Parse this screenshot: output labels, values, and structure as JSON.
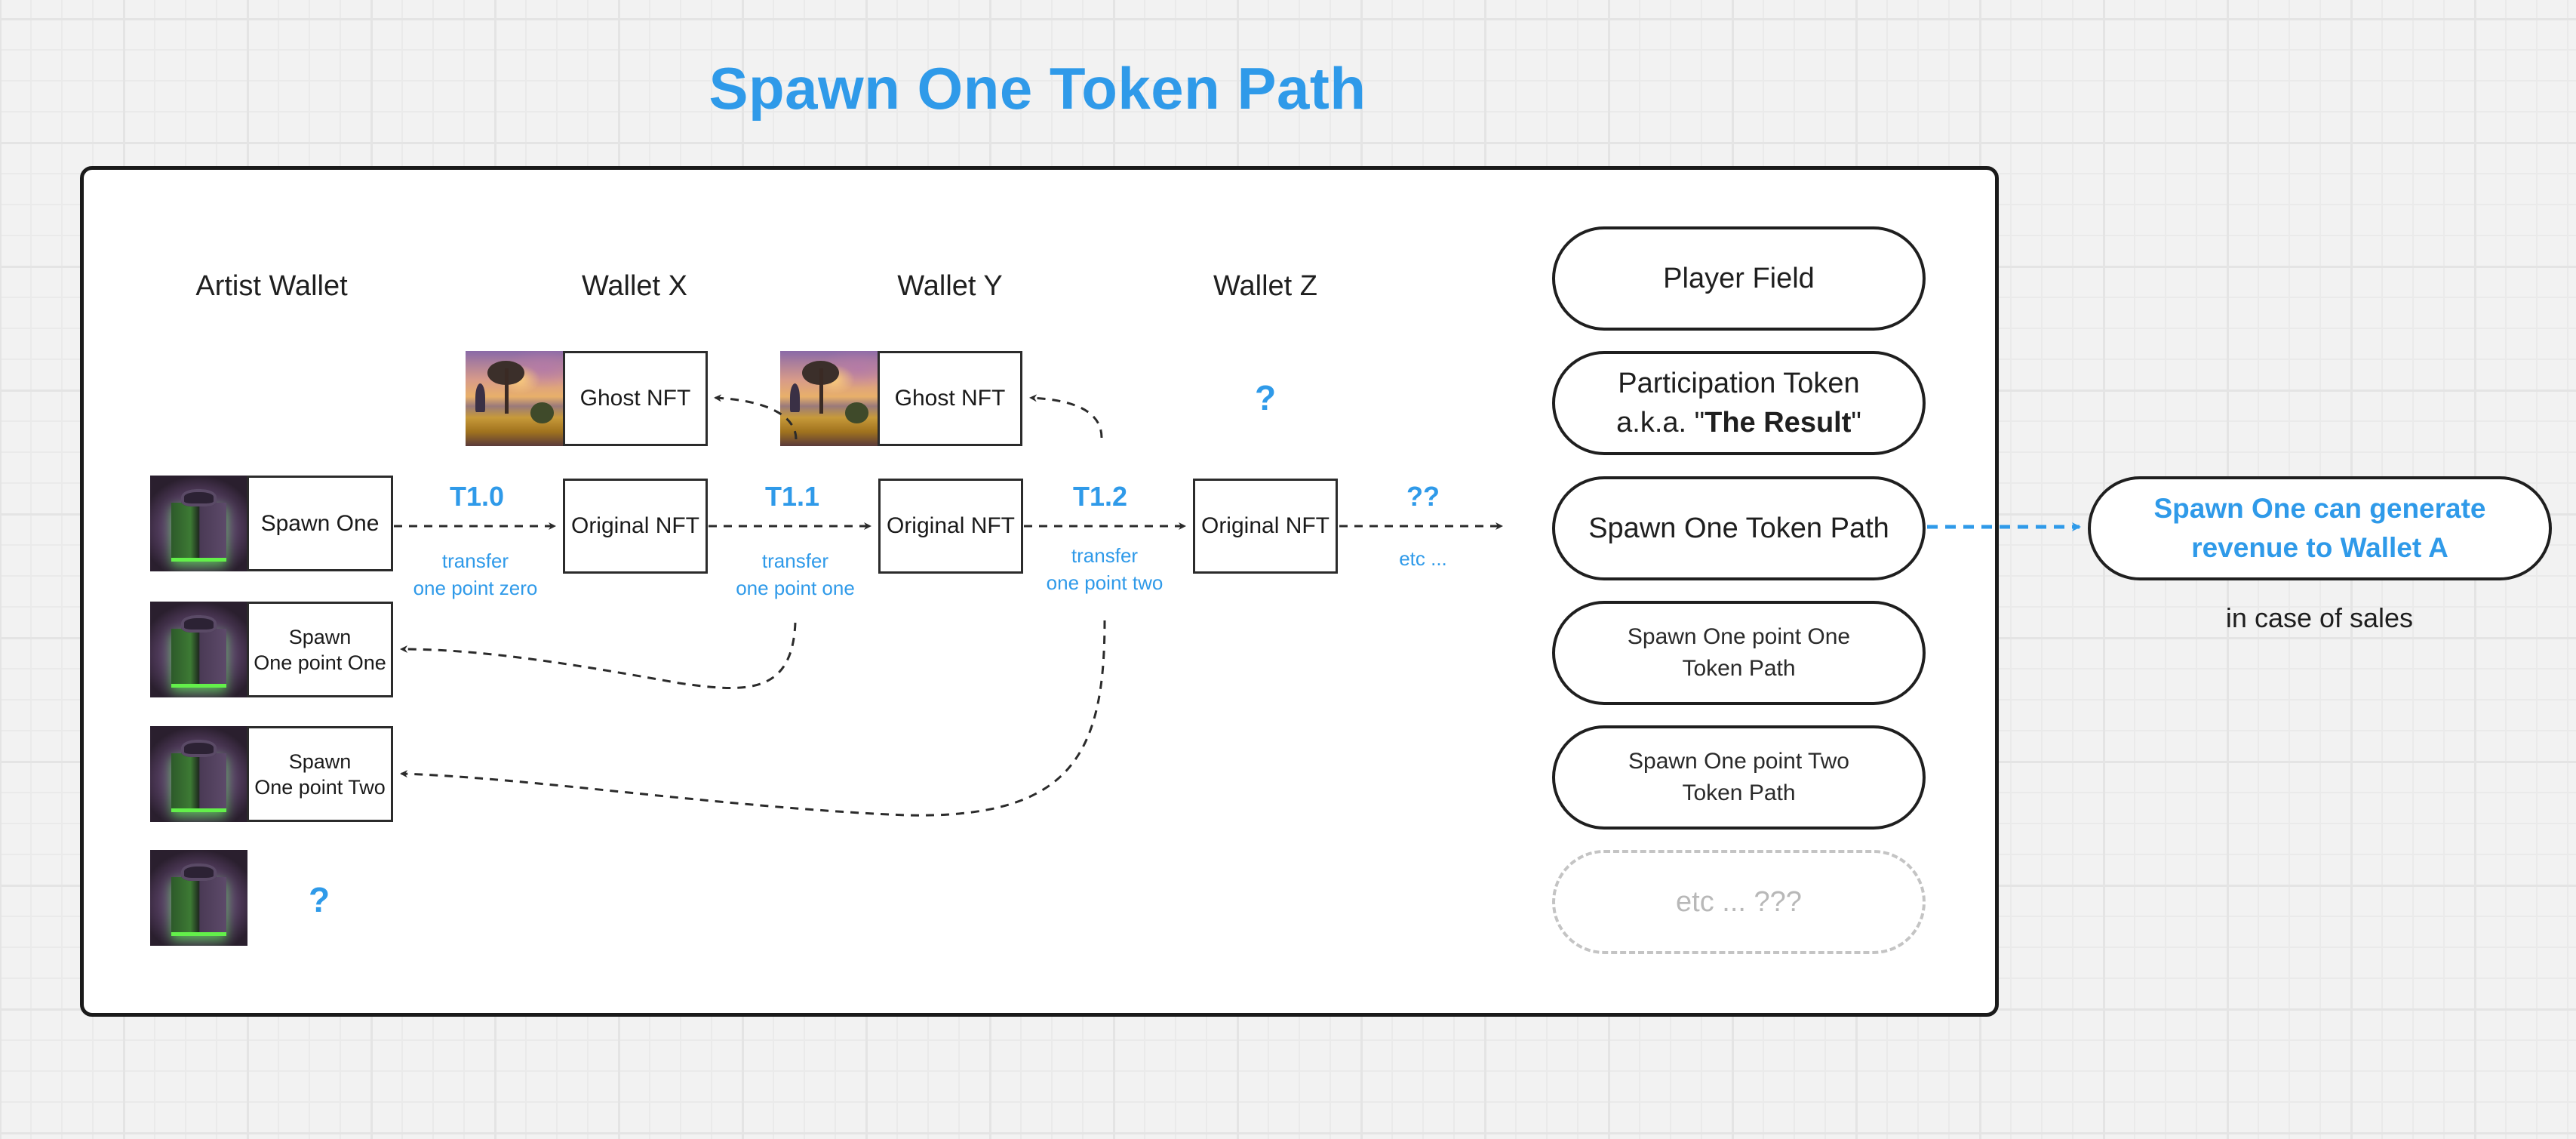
{
  "title": "Spawn One Token Path",
  "columns": {
    "artist_wallet": "Artist Wallet",
    "wallet_x": "Wallet X",
    "wallet_y": "Wallet Y",
    "wallet_z": "Wallet Z"
  },
  "ghost_nfts": [
    {
      "label": "Ghost NFT",
      "image": "landscape-painting-image"
    },
    {
      "label": "Ghost NFT",
      "image": "landscape-painting-image"
    }
  ],
  "wallet_z_unknown": "?",
  "artist_tokens": [
    {
      "label": "Spawn One",
      "image": "gift-box-image"
    },
    {
      "line1": "Spawn",
      "line2": "One point One",
      "image": "gift-box-image"
    },
    {
      "line1": "Spawn",
      "line2": "One point Two",
      "image": "gift-box-image"
    },
    {
      "label": "?",
      "image": "gift-box-image"
    }
  ],
  "original_nfts": [
    "Original NFT",
    "Original NFT",
    "Original NFT"
  ],
  "transfers": [
    {
      "code": "T1.0",
      "line1": "transfer",
      "line2": "one point zero"
    },
    {
      "code": "T1.1",
      "line1": "transfer",
      "line2": "one point one"
    },
    {
      "code": "T1.2",
      "line1": "transfer",
      "line2": "one point two"
    },
    {
      "code": "??",
      "line1": "etc ...",
      "line2": ""
    }
  ],
  "pills": {
    "player_field": "Player Field",
    "participation_line1": "Participation Token",
    "participation_prefix": "a.k.a. \"",
    "participation_bold": "The Result",
    "participation_suffix": "\"",
    "spawn_one_path": "Spawn One Token Path",
    "spawn_one_one_line1": "Spawn One point One",
    "spawn_one_one_line2": "Token Path",
    "spawn_one_two_line1": "Spawn One point Two",
    "spawn_one_two_line2": "Token Path",
    "etc": "etc ... ???"
  },
  "revenue": {
    "line1": "Spawn One can generate",
    "line2": "revenue to Wallet A",
    "note": "in case of sales"
  },
  "colors": {
    "accent": "#2f9ae9",
    "stroke": "#1f1f1f",
    "muted": "#c4c4c4",
    "background": "#f2f2f2"
  }
}
